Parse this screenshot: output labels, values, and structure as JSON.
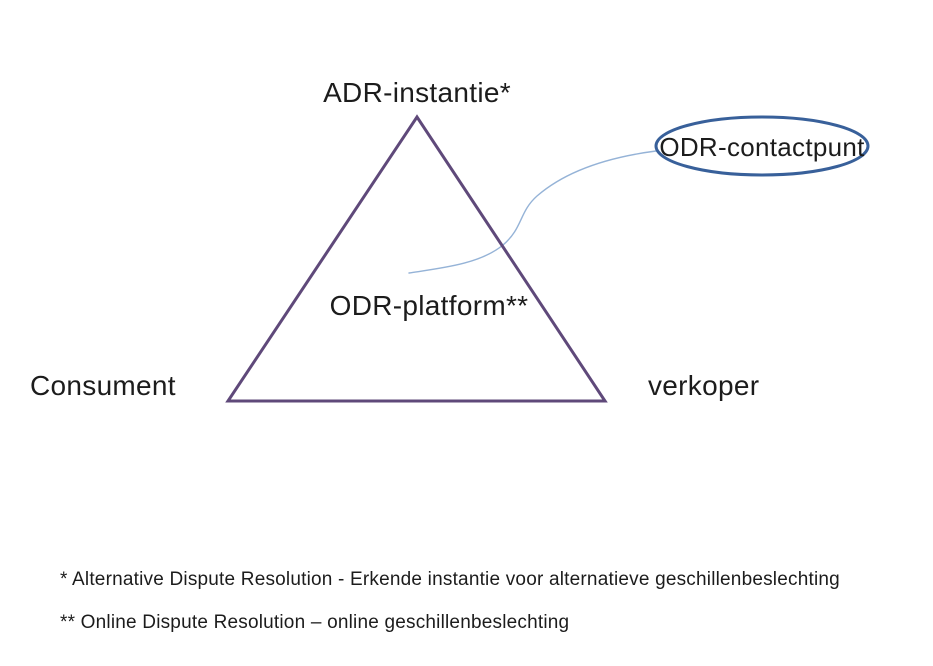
{
  "diagram": {
    "nodes": {
      "adr_instantie": "ADR-instantie*",
      "odr_platform": "ODR-platform**",
      "consument": "Consument",
      "verkoper": "verkoper",
      "odr_contactpunt": "ODR-contactpunt"
    },
    "footnotes": [
      "* Alternative Dispute Resolution - Erkende instantie voor alternatieve geschillenbeslechting",
      "** Online Dispute Resolution – online geschillenbeslechting"
    ],
    "colors": {
      "background": "#FFFFFF",
      "triangle_stroke": "#5F497A",
      "ellipse_stroke": "#38609A",
      "connector_stroke": "#95B3D7",
      "text": "#1C1C1C"
    }
  }
}
